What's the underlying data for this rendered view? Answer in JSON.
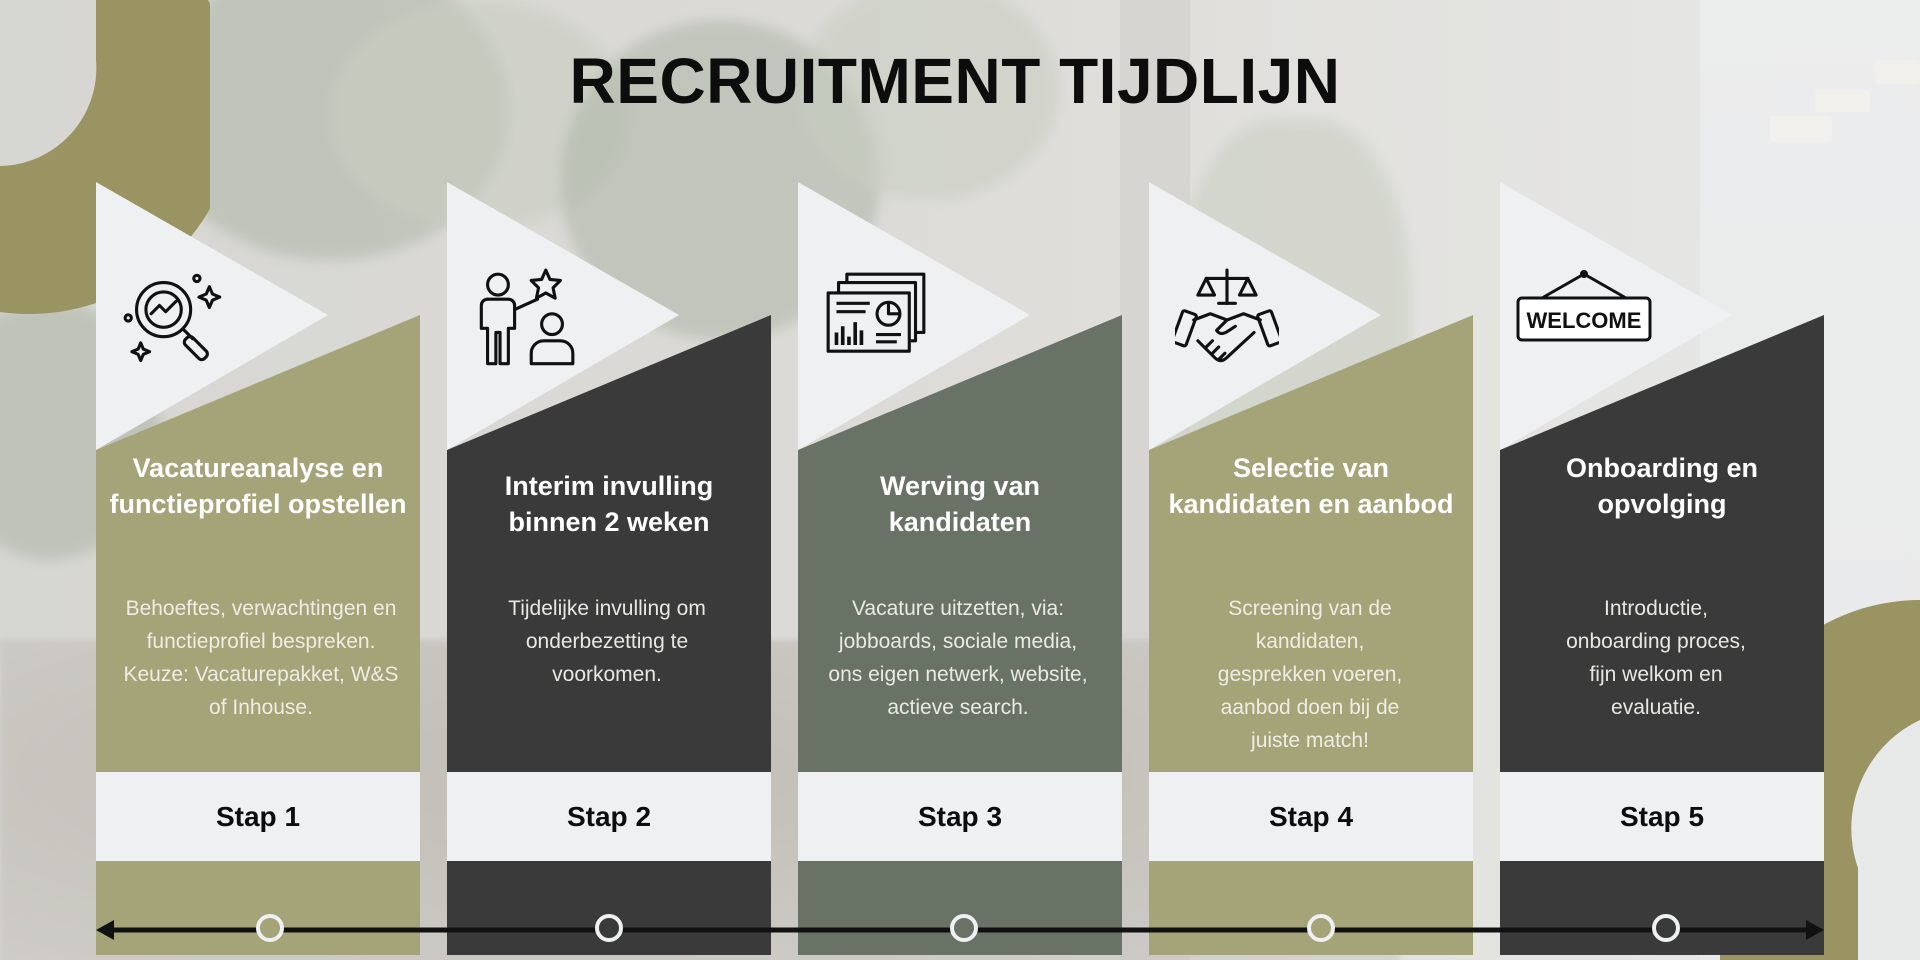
{
  "title": "RECRUITMENT TIJDLIJN",
  "colors": {
    "olive": "#a5a378",
    "charcoal": "#3a3a3a",
    "sage": "#687365",
    "light": "#eef0f2",
    "accent_olive_dark": "#9a9462"
  },
  "steps": [
    {
      "icon": "magnifier-analysis-icon",
      "heading": "Vacatureanalyse en functieprofiel opstellen",
      "description": "Behoeftes, verwachtingen en functieprofiel bespreken. Keuze: Vacaturepakket, W&S of Inhouse.",
      "label": "Stap 1",
      "color": "#a5a378"
    },
    {
      "icon": "person-star-candidate-icon",
      "heading": "Interim invulling binnen 2 weken",
      "description": "Tijdelijke invulling om onderbezetting te voorkomen.",
      "label": "Stap 2",
      "color": "#3a3a3a"
    },
    {
      "icon": "documents-report-icon",
      "heading": "Werving van kandidaten",
      "description": "Vacature uitzetten, via: jobboards, sociale media, ons eigen netwerk, website, actieve search.",
      "label": "Stap 3",
      "color": "#687365"
    },
    {
      "icon": "scales-handshake-icon",
      "heading": "Selectie van kandidaten en aanbod",
      "description": "Screening van de kandidaten, gesprekken voeren, aanbod doen bij de juiste match!",
      "label": "Stap 4",
      "color": "#a5a378"
    },
    {
      "icon": "welcome-sign-icon",
      "heading": "Onboarding en opvolging",
      "description": "Introductie, onboarding proces, fijn welkom en evaluatie.",
      "label": "Stap 5",
      "color": "#3a3a3a"
    }
  ],
  "welcome_sign_text": "WELCOME"
}
